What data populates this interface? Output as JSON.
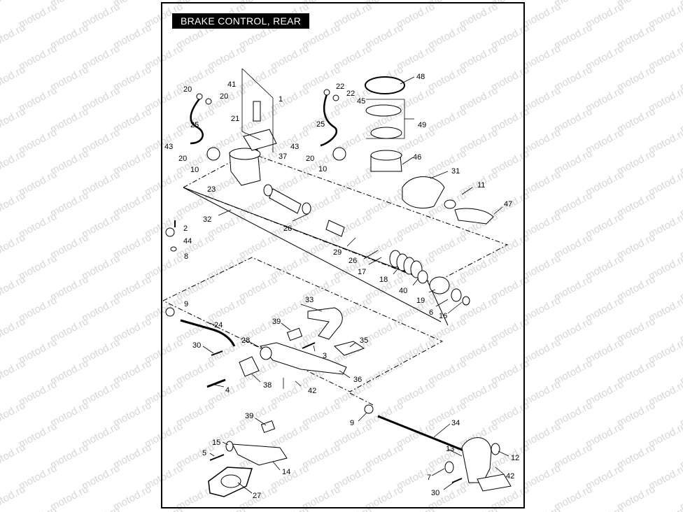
{
  "title": "BRAKE CONTROL, REAR",
  "watermark": "motod.ru",
  "parts": [
    {
      "id": "p1",
      "label": "1"
    },
    {
      "id": "p41",
      "label": "41"
    },
    {
      "id": "p20a",
      "label": "20"
    },
    {
      "id": "p20b",
      "label": "20"
    },
    {
      "id": "p21",
      "label": "21"
    },
    {
      "id": "p25a",
      "label": "25"
    },
    {
      "id": "p43a",
      "label": "43"
    },
    {
      "id": "p20c",
      "label": "20"
    },
    {
      "id": "p10a",
      "label": "10"
    },
    {
      "id": "p37",
      "label": "37"
    },
    {
      "id": "p23",
      "label": "23"
    },
    {
      "id": "p22a",
      "label": "22"
    },
    {
      "id": "p22b",
      "label": "22"
    },
    {
      "id": "p45",
      "label": "45"
    },
    {
      "id": "p25b",
      "label": "25"
    },
    {
      "id": "p43b",
      "label": "43"
    },
    {
      "id": "p20d",
      "label": "20"
    },
    {
      "id": "p10b",
      "label": "10"
    },
    {
      "id": "p48",
      "label": "48"
    },
    {
      "id": "p49",
      "label": "49"
    },
    {
      "id": "p46",
      "label": "46"
    },
    {
      "id": "p31",
      "label": "31"
    },
    {
      "id": "p11",
      "label": "11"
    },
    {
      "id": "p47",
      "label": "47"
    },
    {
      "id": "p32",
      "label": "32"
    },
    {
      "id": "p26a",
      "label": "26"
    },
    {
      "id": "p2",
      "label": "2"
    },
    {
      "id": "p44",
      "label": "44"
    },
    {
      "id": "p8",
      "label": "8"
    },
    {
      "id": "p29",
      "label": "29"
    },
    {
      "id": "p26b",
      "label": "26"
    },
    {
      "id": "p17",
      "label": "17"
    },
    {
      "id": "p18",
      "label": "18"
    },
    {
      "id": "p40",
      "label": "40"
    },
    {
      "id": "p19",
      "label": "19"
    },
    {
      "id": "p6",
      "label": "6"
    },
    {
      "id": "p16",
      "label": "16"
    },
    {
      "id": "p9a",
      "label": "9"
    },
    {
      "id": "p24",
      "label": "24"
    },
    {
      "id": "p33",
      "label": "33"
    },
    {
      "id": "p39a",
      "label": "39"
    },
    {
      "id": "p28",
      "label": "28"
    },
    {
      "id": "p30a",
      "label": "30"
    },
    {
      "id": "p35",
      "label": "35"
    },
    {
      "id": "p3",
      "label": "3"
    },
    {
      "id": "p36",
      "label": "36"
    },
    {
      "id": "p38",
      "label": "38"
    },
    {
      "id": "p4",
      "label": "4"
    },
    {
      "id": "p42a",
      "label": "42"
    },
    {
      "id": "p9b",
      "label": "9"
    },
    {
      "id": "p34",
      "label": "34"
    },
    {
      "id": "p39b",
      "label": "39"
    },
    {
      "id": "p15",
      "label": "15"
    },
    {
      "id": "p5",
      "label": "5"
    },
    {
      "id": "p14",
      "label": "14"
    },
    {
      "id": "p27",
      "label": "27"
    },
    {
      "id": "p13",
      "label": "13"
    },
    {
      "id": "p12",
      "label": "12"
    },
    {
      "id": "p7",
      "label": "7"
    },
    {
      "id": "p42b",
      "label": "42"
    },
    {
      "id": "p30b",
      "label": "30"
    }
  ]
}
